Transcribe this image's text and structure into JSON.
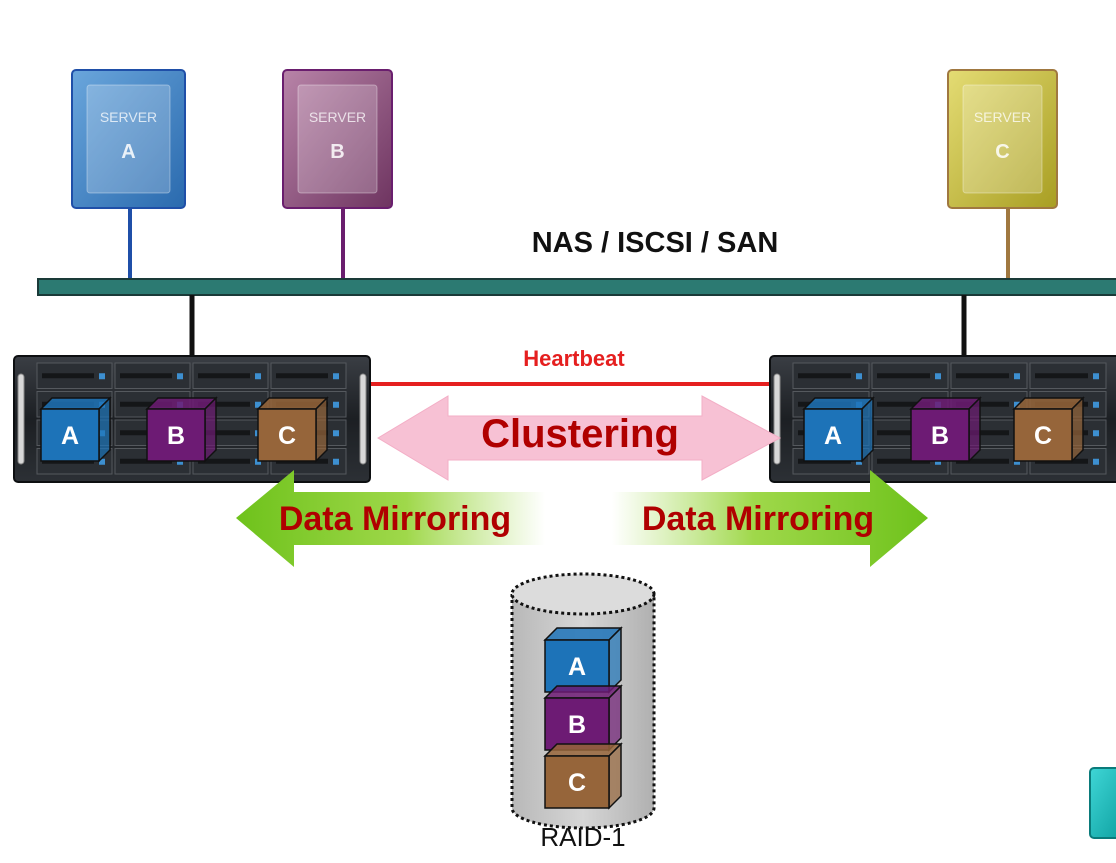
{
  "network": {
    "label": "NAS / ISCSI / SAN"
  },
  "servers": [
    {
      "top": "SERVER",
      "id": "A",
      "color": "#3a7fc0",
      "line_color": "#1f4fa8"
    },
    {
      "top": "SERVER",
      "id": "B",
      "color": "#8e4f7c",
      "line_color": "#6a1e6e"
    },
    {
      "top": "SERVER",
      "id": "C",
      "color": "#c9c040",
      "line_color": "#a07840"
    }
  ],
  "heartbeat": {
    "label": "Heartbeat",
    "color": "#e51f1f"
  },
  "clustering": {
    "label": "Clustering",
    "color": "#b00000",
    "arrow_color": "#f7c1d4"
  },
  "mirroring": {
    "left_label": "Data Mirroring",
    "right_label": "Data Mirroring",
    "arrow_color": "#6ec21b"
  },
  "blocks": [
    {
      "id": "A",
      "color": "#1d73b8"
    },
    {
      "id": "B",
      "color": "#6d1b74"
    },
    {
      "id": "C",
      "color": "#96653a"
    }
  ],
  "raid": {
    "label": "RAID-1"
  }
}
